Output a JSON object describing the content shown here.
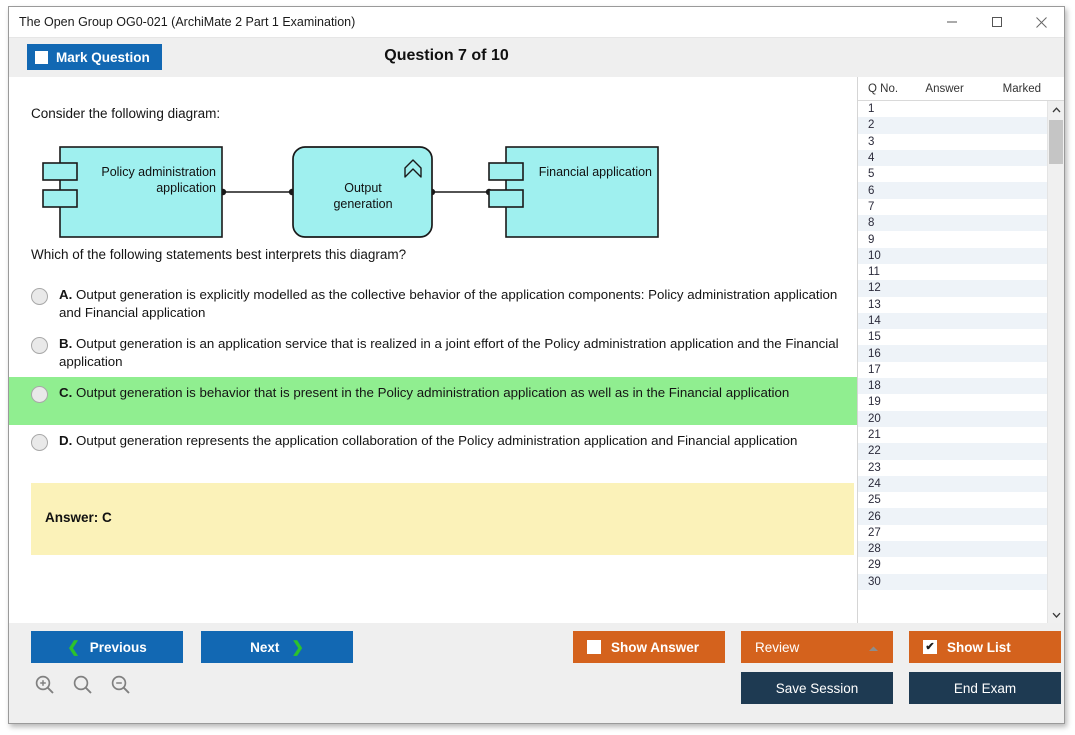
{
  "window": {
    "title": "The Open Group OG0-021 (ArchiMate 2 Part 1 Examination)",
    "minimize_label": "minimize-icon",
    "maximize_label": "maximize-icon",
    "close_label": "close-icon"
  },
  "header": {
    "mark_question_label": "Mark Question",
    "mark_question_checked": false,
    "question_title": "Question 7 of 10"
  },
  "question": {
    "intro": "Consider the following diagram:",
    "prompt": "Which of the following statements best interprets this diagram?",
    "diagram": {
      "nodes": [
        {
          "id": "policy",
          "label": "Policy administration application",
          "type": "application-component"
        },
        {
          "id": "output",
          "label": "Output generation",
          "type": "application-function"
        },
        {
          "id": "financial",
          "label": "Financial application",
          "type": "application-component"
        }
      ],
      "edges": [
        {
          "from": "policy",
          "to": "output",
          "type": "assignment"
        },
        {
          "from": "output",
          "to": "financial",
          "type": "assignment"
        }
      ],
      "fill_color": "#9ff0ef",
      "stroke_color": "#1a1a1a"
    },
    "options": [
      {
        "letter": "A.",
        "text": "Output generation is explicitly modelled as the collective behavior of the application components: Policy administration application and Financial application",
        "selected": false,
        "highlighted": false
      },
      {
        "letter": "B.",
        "text": "Output generation is an application service that is realized in a joint effort of the Policy administration application and the Financial application",
        "selected": false,
        "highlighted": false
      },
      {
        "letter": "C.",
        "text": "Output generation is behavior that is present in the Policy administration application as well as in the Financial application",
        "selected": false,
        "highlighted": true
      },
      {
        "letter": "D.",
        "text": "Output generation represents the application collaboration of the Policy administration application and Financial application",
        "selected": false,
        "highlighted": false
      }
    ],
    "answer_label": "Answer: C"
  },
  "list_panel": {
    "columns": [
      "Q No.",
      "Answer",
      "Marked"
    ],
    "rows": [
      {
        "no": "1",
        "answer": "",
        "marked": ""
      },
      {
        "no": "2",
        "answer": "",
        "marked": ""
      },
      {
        "no": "3",
        "answer": "",
        "marked": ""
      },
      {
        "no": "4",
        "answer": "",
        "marked": ""
      },
      {
        "no": "5",
        "answer": "",
        "marked": ""
      },
      {
        "no": "6",
        "answer": "",
        "marked": ""
      },
      {
        "no": "7",
        "answer": "",
        "marked": ""
      },
      {
        "no": "8",
        "answer": "",
        "marked": ""
      },
      {
        "no": "9",
        "answer": "",
        "marked": ""
      },
      {
        "no": "10",
        "answer": "",
        "marked": ""
      },
      {
        "no": "11",
        "answer": "",
        "marked": ""
      },
      {
        "no": "12",
        "answer": "",
        "marked": ""
      },
      {
        "no": "13",
        "answer": "",
        "marked": ""
      },
      {
        "no": "14",
        "answer": "",
        "marked": ""
      },
      {
        "no": "15",
        "answer": "",
        "marked": ""
      },
      {
        "no": "16",
        "answer": "",
        "marked": ""
      },
      {
        "no": "17",
        "answer": "",
        "marked": ""
      },
      {
        "no": "18",
        "answer": "",
        "marked": ""
      },
      {
        "no": "19",
        "answer": "",
        "marked": ""
      },
      {
        "no": "20",
        "answer": "",
        "marked": ""
      },
      {
        "no": "21",
        "answer": "",
        "marked": ""
      },
      {
        "no": "22",
        "answer": "",
        "marked": ""
      },
      {
        "no": "23",
        "answer": "",
        "marked": ""
      },
      {
        "no": "24",
        "answer": "",
        "marked": ""
      },
      {
        "no": "25",
        "answer": "",
        "marked": ""
      },
      {
        "no": "26",
        "answer": "",
        "marked": ""
      },
      {
        "no": "27",
        "answer": "",
        "marked": ""
      },
      {
        "no": "28",
        "answer": "",
        "marked": ""
      },
      {
        "no": "29",
        "answer": "",
        "marked": ""
      },
      {
        "no": "30",
        "answer": "",
        "marked": ""
      }
    ],
    "scroll_up_icon": "chevron-up-icon",
    "scroll_down_icon": "chevron-down-icon"
  },
  "footer": {
    "previous_label": "Previous",
    "next_label": "Next",
    "show_answer_label": "Show Answer",
    "show_answer_checked": false,
    "review_label": "Review",
    "show_list_label": "Show List",
    "show_list_checked": true,
    "show_list_check_glyph": "✔",
    "save_session_label": "Save Session",
    "end_exam_label": "End Exam",
    "zoom_in_icon": "zoom-in-icon",
    "zoom_reset_icon": "zoom-reset-icon",
    "zoom_out_icon": "zoom-out-icon"
  },
  "colors": {
    "primary_blue": "#1268b3",
    "orange": "#d4621d",
    "navy": "#1e3a52",
    "highlight_green": "#90ee90",
    "answer_yellow": "#fbf2b9",
    "diagram_cyan": "#9ff0ef"
  }
}
